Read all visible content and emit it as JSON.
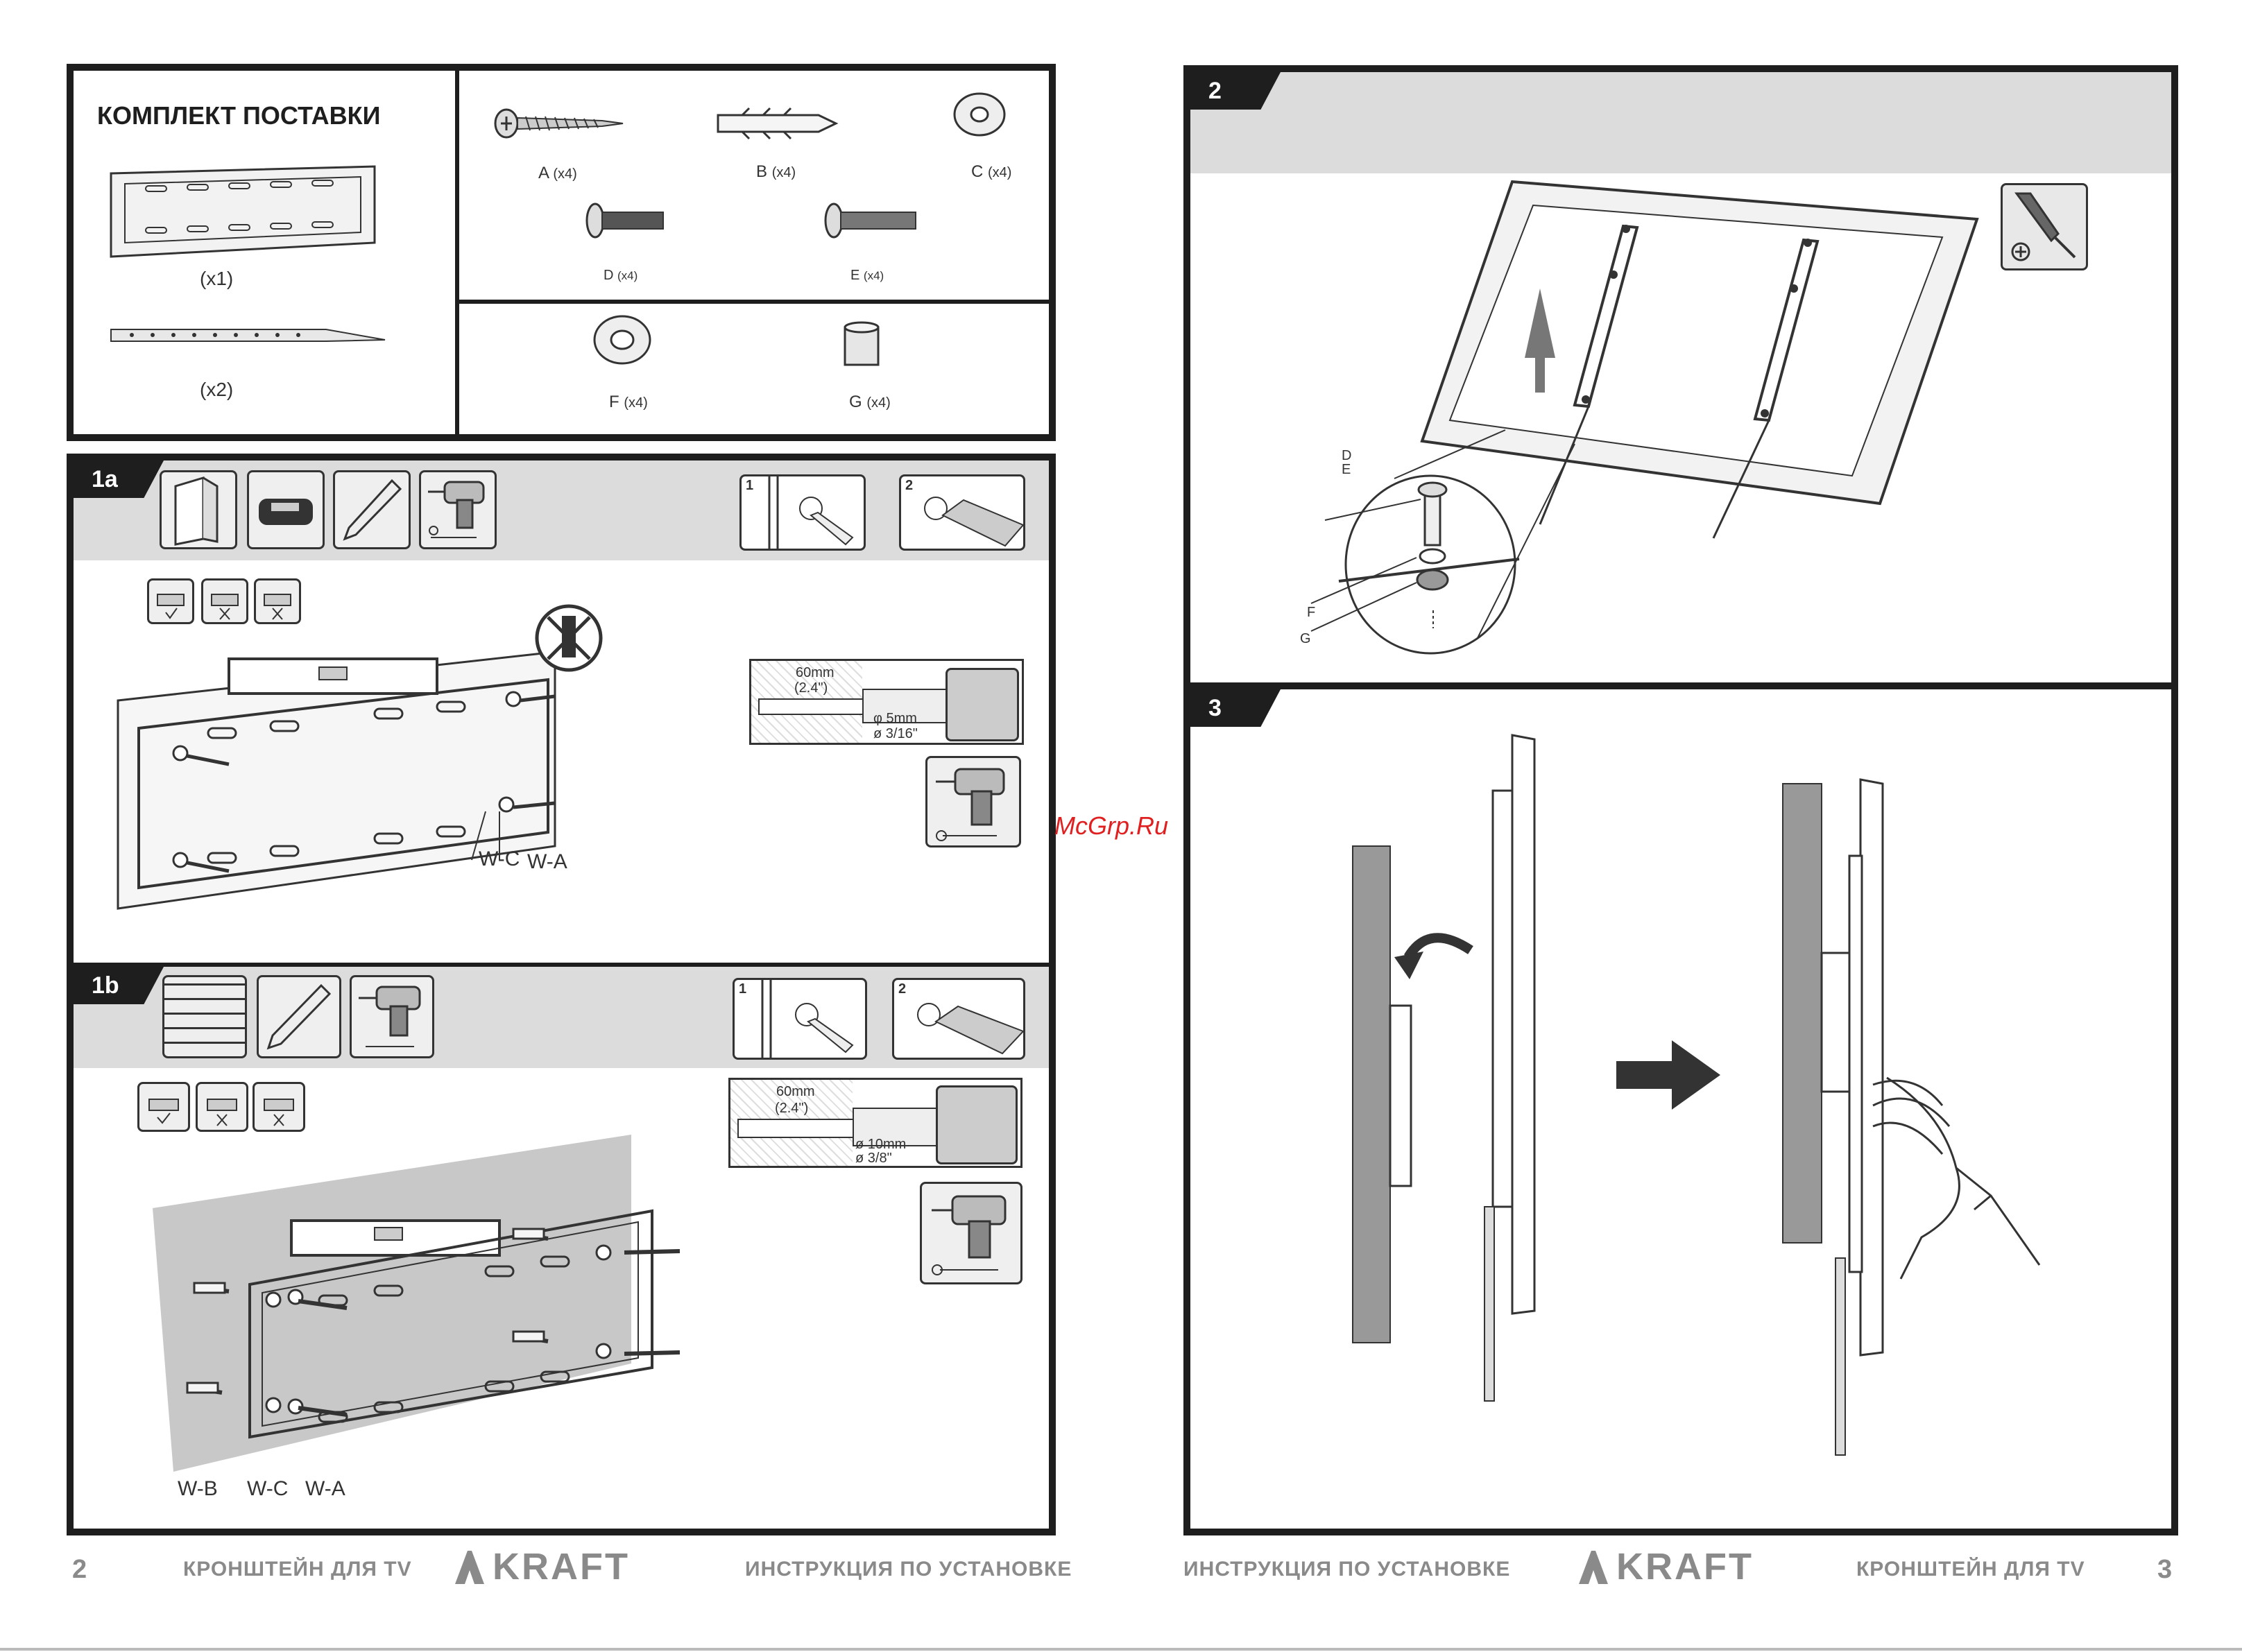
{
  "kit": {
    "title": "КОМПЛЕКТ ПОСТАВКИ",
    "plate_qty": "(x1)",
    "arm_qty": "(x2)",
    "parts": [
      {
        "letter": "A",
        "qty": "(x4)"
      },
      {
        "letter": "B",
        "qty": "(x4)"
      },
      {
        "letter": "C",
        "qty": "(x4)"
      },
      {
        "letter": "D",
        "qty": "(x4)"
      },
      {
        "letter": "E",
        "qty": "(x4)"
      },
      {
        "letter": "F",
        "qty": "(x4)"
      },
      {
        "letter": "G",
        "qty": "(x4)"
      }
    ]
  },
  "step1a": {
    "number": "1a",
    "sub1": "1",
    "sub2": "2",
    "depth": "60mm",
    "depth_in": "(2.4\")",
    "bit": "φ 5mm",
    "bit_in": "ø 3/16\"",
    "label_wc": "W-C",
    "label_wa": "W-A"
  },
  "step1b": {
    "number": "1b",
    "sub1": "1",
    "sub2": "2",
    "depth": "60mm",
    "depth_in": "(2.4\")",
    "bit": "ø 10mm",
    "bit_in": "ø 3/8\"",
    "label_wb": "W-B",
    "label_wc": "W-C",
    "label_wa": "W-A"
  },
  "step2": {
    "number": "2",
    "callout_d": "D",
    "callout_e": "E",
    "callout_f": "F",
    "callout_g": "G"
  },
  "step3": {
    "number": "3"
  },
  "watermark": "McGrp.Ru",
  "footer": {
    "left_page": "2",
    "left_title": "КРОНШТЕЙН ДЛЯ TV",
    "left_brand": "KRAFT",
    "left_subtitle": "ИНСТРУКЦИЯ ПО УСТАНОВКЕ",
    "right_subtitle": "ИНСТРУКЦИЯ ПО УСТАНОВКЕ",
    "right_brand": "KRAFT",
    "right_title": "КРОНШТЕЙН ДЛЯ TV",
    "right_page": "3"
  },
  "colors": {
    "frame": "#1e1e1e",
    "band": "#dcdcdc",
    "wall": "#c8c8c8",
    "footer_text": "#8a8a8a",
    "watermark": "#e02020"
  }
}
